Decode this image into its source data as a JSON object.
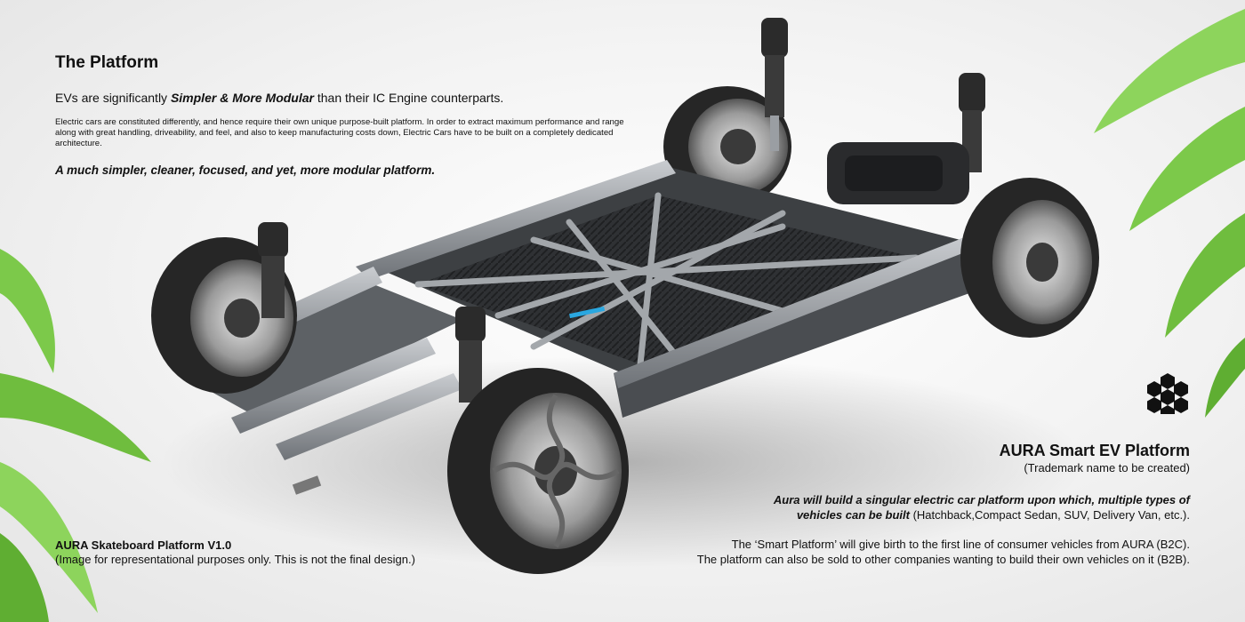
{
  "intro": {
    "title": "The Platform",
    "lead_prefix": "EVs are significantly ",
    "lead_emphasis": "Simpler & More Modular",
    "lead_suffix": " than their IC Engine counterparts.",
    "paragraph": "Electric cars are constituted differently, and hence require their own unique purpose-built platform. In order to extract maximum performance and range along with great handling, driveability, and feel, and also to keep manufacturing costs down, Electric Cars have to be built on a completely dedicated architecture.",
    "tagline": "A much simpler, cleaner, focused, and yet, more modular platform."
  },
  "caption": {
    "title": "AURA Skateboard Platform V1.0",
    "note": "(Image for representational purposes only. This is not the final design.)"
  },
  "brand": {
    "title": "AURA Smart EV Platform",
    "subtitle": "(Trademark name to be created)",
    "logo_icon": "hexagon-cluster-icon"
  },
  "claim": {
    "emphasis": "Aura will build a singular electric car platform upon which, multiple types of vehicles can be built",
    "suffix": " (Hatchback,Compact Sedan, SUV, Delivery Van, etc.)."
  },
  "description": {
    "line1": "The ‘Smart Platform’ will give birth to the first line of consumer vehicles from AURA (B2C).",
    "line2": "The platform can also be sold to other companies wanting to build their own vehicles on it (B2B)."
  },
  "colors": {
    "frame": "#9a9ea3",
    "battery": "#2c2e31",
    "tire": "#2a2a2a",
    "accent": "#2aa7e0",
    "leaf": "#7cc94a"
  }
}
